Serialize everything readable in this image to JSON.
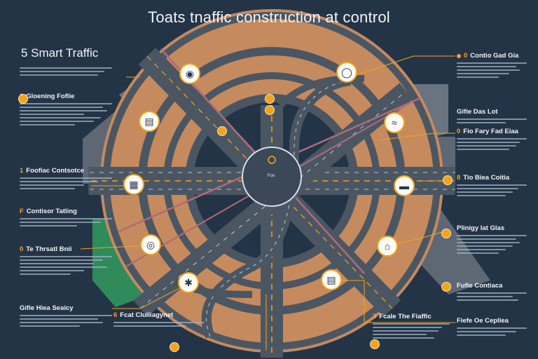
{
  "title": "Toats tnaffic construction at control",
  "subtitle": "5 Smart Traffic",
  "hub": {
    "label": "Foo"
  },
  "colors": {
    "background": "#243447",
    "ring": "#c58a5d",
    "road": "#4b5663",
    "accent": "#f3a31c",
    "park": "#2f8c5a",
    "rail": "#b06a7a"
  },
  "left_panels": [
    {
      "title": "Gloening Foflie",
      "number": "0"
    },
    {
      "title": "Foofiac Contsotce",
      "number": "1"
    },
    {
      "title": "Contisor Tatling",
      "number": "F"
    },
    {
      "title": "Te Thrsatl Bnii",
      "number": "0"
    },
    {
      "title": "Gifie Hiea Seaicy",
      "number": ""
    }
  ],
  "right_panels": [
    {
      "title": "Contio Gad Gia",
      "number": "0"
    },
    {
      "title": "Gifie Das Lot",
      "number": ""
    },
    {
      "title": "Fio Fary Fad Eiaa",
      "number": "0"
    },
    {
      "title": "Tio Biea Coitia",
      "number": "8"
    },
    {
      "title": "Plinigy lat Glas",
      "number": ""
    },
    {
      "title": "Fufie Contiaca",
      "number": ""
    },
    {
      "title": "Fiefe Oe Cepliea",
      "number": ""
    }
  ],
  "bottom_panels": [
    {
      "title": "Fcat Cluliiagynet",
      "number": "6"
    },
    {
      "title": "Fcale The Fiaffic",
      "number": "3"
    }
  ],
  "icons": [
    "camera-icon",
    "traffic-light-icon",
    "barrier-icon",
    "sensor-icon",
    "car-icon",
    "bus-icon",
    "wind-icon",
    "building-icon",
    "signal-tower-icon",
    "tunnel-icon"
  ]
}
